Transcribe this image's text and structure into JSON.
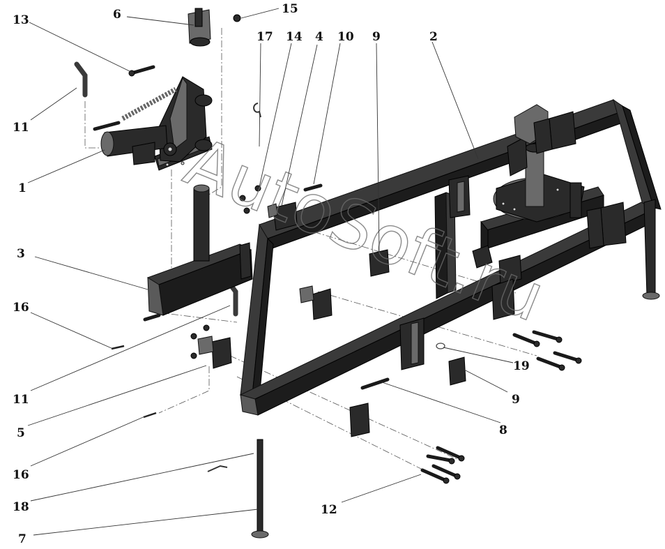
{
  "callouts": {
    "c1": "1",
    "c2": "2",
    "c3": "3",
    "c4": "4",
    "c5": "5",
    "c6": "6",
    "c7": "7",
    "c8": "8",
    "c9a": "9",
    "c9b": "9",
    "c10": "10",
    "c11a": "11",
    "c11b": "11",
    "c12": "12",
    "c13": "13",
    "c14": "14",
    "c15": "15",
    "c16a": "16",
    "c16b": "16",
    "c17": "17",
    "c18": "18",
    "c19": "19"
  },
  "watermark": {
    "text": "AutoSoft.ru"
  },
  "colors": {
    "ink": "#111111",
    "steel_dark": "#1c1c1c",
    "steel_mid": "#3a3a3a",
    "watermark": "#6d6d6d"
  }
}
